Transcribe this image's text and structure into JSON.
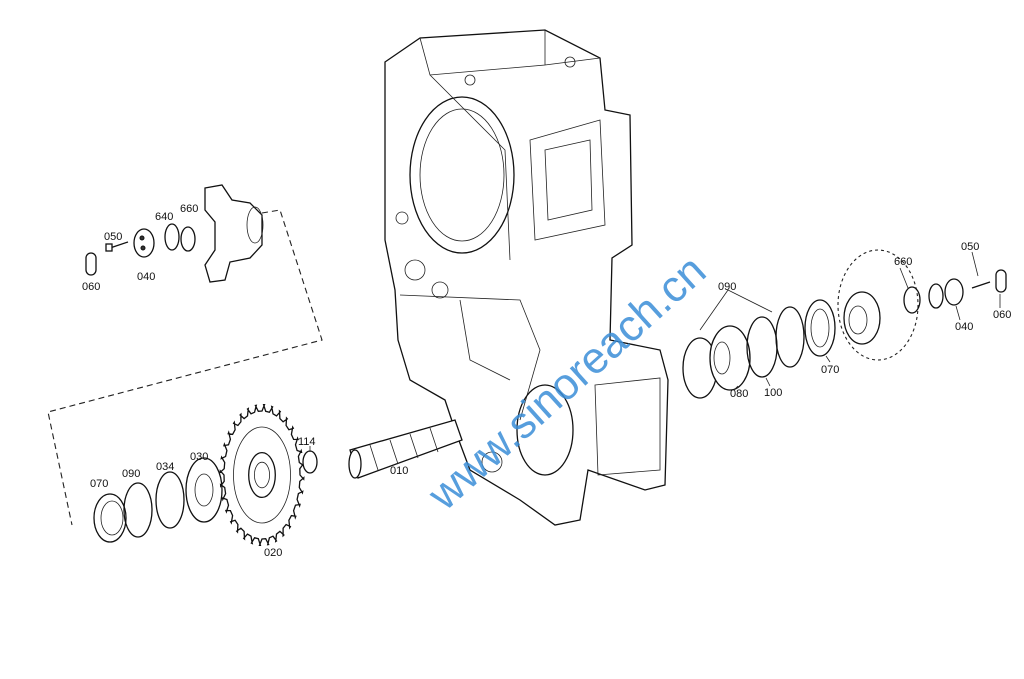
{
  "watermark": "www.sinoreach.cn",
  "labels": {
    "left_top": {
      "p060": "060",
      "p050": "050",
      "p040": "040",
      "p640": "640",
      "p660": "660"
    },
    "left_bottom": {
      "p070": "070",
      "p090": "090",
      "p034": "034",
      "p030": "030",
      "p020": "020",
      "p114": "114",
      "p010": "010"
    },
    "right": {
      "p090": "090",
      "p080": "080",
      "p100": "100",
      "p070": "070",
      "p660": "660",
      "p050": "050",
      "p040": "040",
      "p060": "060"
    }
  }
}
